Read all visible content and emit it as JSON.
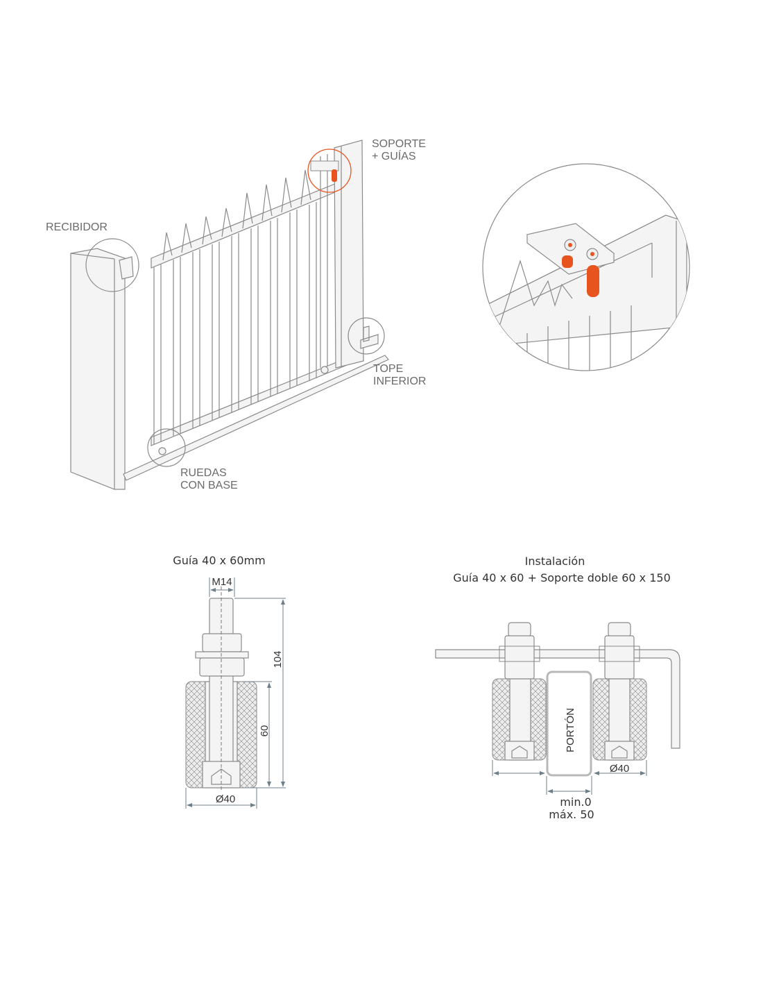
{
  "gate_labels": {
    "receiver": "RECIBIDOR",
    "support_line1": "SOPORTE",
    "support_line2": "+ GUÍAS",
    "stop_line1": "TOPE",
    "stop_line2": "INFERIOR",
    "wheels_line1": "RUEDAS",
    "wheels_line2": "CON BASE"
  },
  "guide_detail": {
    "title": "Guía 40 x 60mm",
    "thread": "M14",
    "height_total": "104",
    "height_roller": "60",
    "diameter": "Ø40"
  },
  "installation": {
    "title_line1": "Instalación",
    "title_line2": "Guía 40 x 60 + Soporte doble 60 x 150",
    "gate_label": "PORTÓN",
    "diameter": "Ø40",
    "gap_min": "min.0",
    "gap_max": "máx. 50"
  },
  "colors": {
    "accent": "#e8541e",
    "line": "#8a8a8a",
    "fill": "#f4f4f4"
  }
}
